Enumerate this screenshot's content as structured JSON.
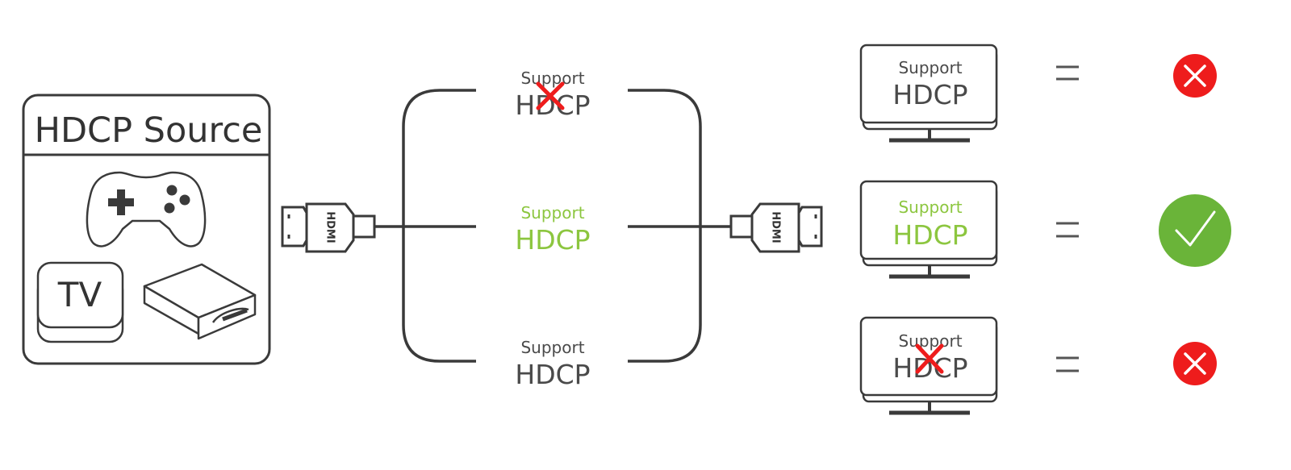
{
  "source": {
    "title": "HDCP Source",
    "tv_label": "TV"
  },
  "connector_label": "HDMI",
  "cables": [
    {
      "line1": "Support",
      "line2": "HDCP",
      "supported": false,
      "highlight": false
    },
    {
      "line1": "Support",
      "line2": "HDCP",
      "supported": true,
      "highlight": true
    },
    {
      "line1": "Support",
      "line2": "HDCP",
      "supported": true,
      "highlight": false
    }
  ],
  "displays": [
    {
      "line1": "Support",
      "line2": "HDCP",
      "supported": true,
      "highlight": false
    },
    {
      "line1": "Support",
      "line2": "HDCP",
      "supported": true,
      "highlight": true
    },
    {
      "line1": "Support",
      "line2": "HDCP",
      "supported": false,
      "highlight": false
    }
  ],
  "results": [
    {
      "ok": false
    },
    {
      "ok": true
    },
    {
      "ok": false
    }
  ],
  "colors": {
    "line": "#3a3a3a",
    "text": "#4a4a4a",
    "green": "#8cc63f",
    "check_green": "#6ab439",
    "red": "#ee1c1c"
  }
}
